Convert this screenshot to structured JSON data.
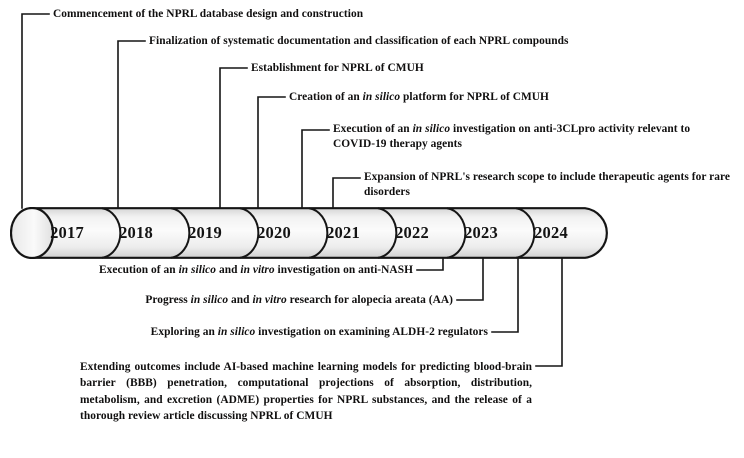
{
  "diagram": {
    "type": "timeline",
    "title": "NPRL of CMUH development timeline",
    "orientation": "horizontal",
    "colors": {
      "line": "#151515",
      "text": "#100f0f",
      "segment_light": "#f7f7f7",
      "segment_mid": "#e4e4e4",
      "segment_shadow": "#c9c9c9",
      "background": "#ffffff"
    }
  },
  "timeline": {
    "years": [
      {
        "label": "2017"
      },
      {
        "label": "2018"
      },
      {
        "label": "2019"
      },
      {
        "label": "2020"
      },
      {
        "label": "2021"
      },
      {
        "label": "2022"
      },
      {
        "label": "2023"
      },
      {
        "label": "2024"
      }
    ]
  },
  "events_above": [
    {
      "id": "commencement",
      "year": "2017",
      "text_html": "Commencement of the NPRL database design and construction"
    },
    {
      "id": "finalization",
      "year": "2018",
      "text_html": "Finalization of systematic documentation and classification of each NPRL compounds"
    },
    {
      "id": "establishment",
      "year": "2019",
      "text_html": "Establishment for NPRL of CMUH"
    },
    {
      "id": "creation-in-silico-platform",
      "year": "2020",
      "text_html": "Creation of an <i>in silico</i> platform for NPRL of CMUH"
    },
    {
      "id": "anti-3clpro-covid19",
      "year": "2020",
      "text_html": "Execution of an <i>in silico</i> investigation on anti-3CLpro activity relevant to COVID-19 therapy agents"
    },
    {
      "id": "rare-disorders-expansion",
      "year": "2021",
      "text_html": "Expansion of NPRL's research scope to include therapeutic agents for rare disorders"
    }
  ],
  "events_below": [
    {
      "id": "anti-nash",
      "year": "2022",
      "text_html": "Execution of an <i>in silico</i> and <i>in vitro</i> investigation on anti-NASH"
    },
    {
      "id": "alopecia-areata",
      "year": "2022",
      "text_html": "Progress <i>in silico</i> and <i>in vitro</i> research for alopecia areata (AA)"
    },
    {
      "id": "aldh-2-regulators",
      "year": "2023",
      "text_html": "Exploring an <i>in silico</i> investigation on examining ALDH-2 regulators"
    },
    {
      "id": "ai-ml-bbb-adme",
      "year": "2024",
      "text_html": "Extending outcomes include AI-based machine learning models for predicting blood-brain barrier (BBB) penetration, computational projections of absorption, distribution, metabolism, and excretion (ADME) properties for NPRL substances, and the release of a thorough review article discussing NPRL of CMUH"
    }
  ]
}
